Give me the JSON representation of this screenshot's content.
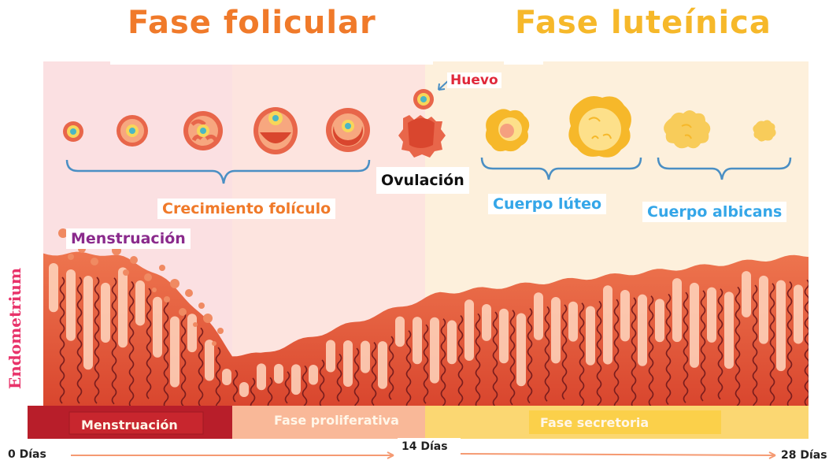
{
  "titles": {
    "follicular": "Fase folicular",
    "luteal": "Fase luteínica"
  },
  "labels": {
    "egg": "Huevo",
    "ovulation": "Ovulación",
    "follicle_growth": "Crecimiento folículo",
    "corpus_luteum": "Cuerpo lúteo",
    "corpus_albicans": "Cuerpo albicans",
    "menstruation_top": "Menstruación",
    "endometrium": "Endometrium"
  },
  "phase_bar": {
    "menstruation": "Menstruación",
    "proliferative": "Fase proliferativa",
    "secretory": "Fase secretoria"
  },
  "timeline": {
    "start": "0 Días",
    "mid": "14 Días",
    "end": "28 Días"
  },
  "colors": {
    "follicular_title": "#f07a2a",
    "luteal_title": "#f6b82a",
    "bg_menstrual": "#fbe0e2",
    "bg_proliferative": "#fde4df",
    "bg_secretory": "#fdf0dc",
    "tissue_dark": "#d9462e",
    "tissue_light": "#f39a72",
    "gland": "#ffd7c0",
    "vessel": "#7a1d1d",
    "band_menstruation": "#b81e2a",
    "band_proliferative": "#f9b898",
    "band_secretory": "#fbd772",
    "label_orange": "#f07a2a",
    "label_blue": "#34a6e8",
    "label_purple": "#8a2a8c",
    "label_red": "#e0283a",
    "label_pink": "#e8336a",
    "bracket": "#4a8fc4",
    "arrow": "#f59a72"
  }
}
